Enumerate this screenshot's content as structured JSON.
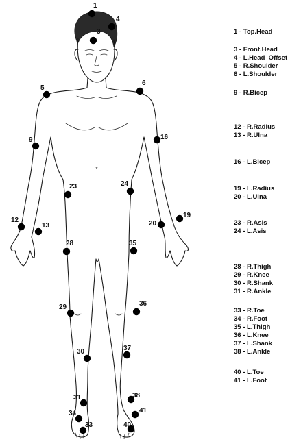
{
  "markers": [
    {
      "id": "1",
      "label": "1"
    },
    {
      "id": "3",
      "label": "3"
    },
    {
      "id": "4",
      "label": "4"
    },
    {
      "id": "5",
      "label": "5"
    },
    {
      "id": "6",
      "label": "6"
    },
    {
      "id": "9",
      "label": "9"
    },
    {
      "id": "16",
      "label": "16"
    },
    {
      "id": "12",
      "label": "12"
    },
    {
      "id": "13",
      "label": "13"
    },
    {
      "id": "19",
      "label": "19"
    },
    {
      "id": "20",
      "label": "20"
    },
    {
      "id": "23",
      "label": "23"
    },
    {
      "id": "24",
      "label": "24"
    },
    {
      "id": "28",
      "label": "28"
    },
    {
      "id": "35",
      "label": "35"
    },
    {
      "id": "29",
      "label": "29"
    },
    {
      "id": "36",
      "label": "36"
    },
    {
      "id": "30",
      "label": "30"
    },
    {
      "id": "37",
      "label": "37"
    },
    {
      "id": "31",
      "label": "31"
    },
    {
      "id": "38",
      "label": "38"
    },
    {
      "id": "34",
      "label": "34"
    },
    {
      "id": "41",
      "label": "41"
    },
    {
      "id": "33",
      "label": "33"
    },
    {
      "id": "40",
      "label": "40"
    }
  ],
  "legend": [
    "1 - Top.Head",
    "3 - Front.Head",
    "4 - L.Head_Offset",
    "5 - R.Shoulder",
    "6 - L.Shoulder",
    "9 - R.Bicep",
    "12 - R.Radius",
    "13 - R.Ulna",
    "16 - L.Bicep",
    "19 - L.Radius",
    "20 - L.Ulna",
    "23 - R.Asis",
    "24 - L.Asis",
    "28 - R.Thigh",
    "29 - R.Knee",
    "30 - R.Shank",
    "31 - R.Ankle",
    "33 - R.Toe",
    "34 - R.Foot",
    "35 - L.Thigh",
    "36 - L.Knee",
    "37 - L.Shank",
    "38 - L.Ankle",
    "40 - L.Toe",
    "41 - L.Foot"
  ]
}
